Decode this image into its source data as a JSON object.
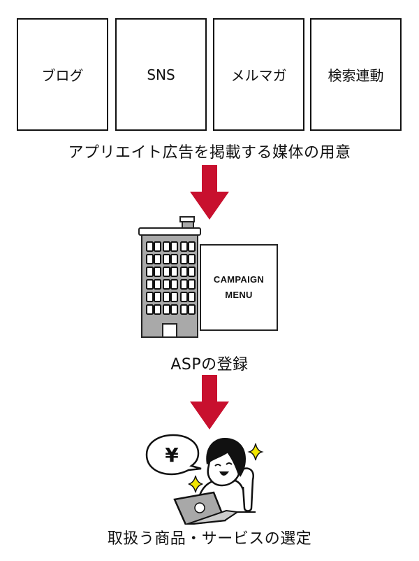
{
  "colors": {
    "arrow": "#c8102e",
    "building_fill": "#a9a9a9",
    "outline": "#111111",
    "sparkle": "#f2e600",
    "laptop": "#a8a8a8"
  },
  "media": {
    "items": [
      {
        "label": "ブログ"
      },
      {
        "label": "SNS"
      },
      {
        "label": "メルマガ"
      },
      {
        "label": "検索連動"
      }
    ]
  },
  "steps": [
    {
      "label": "アプリエイト広告を掲載する媒体の用意"
    },
    {
      "label": "ASPの登録"
    },
    {
      "label": "取扱う商品・サービスの選定"
    }
  ],
  "asp": {
    "campaign_line1": "CAMPAIGN",
    "campaign_line2": "MENU",
    "building_icon": "office-building",
    "window_rows": 6,
    "window_cols": 6
  },
  "selection": {
    "speech_symbol": "¥",
    "person_icon": "smiling-person-with-laptop"
  },
  "arrows": [
    {
      "direction": "down"
    },
    {
      "direction": "down"
    }
  ]
}
